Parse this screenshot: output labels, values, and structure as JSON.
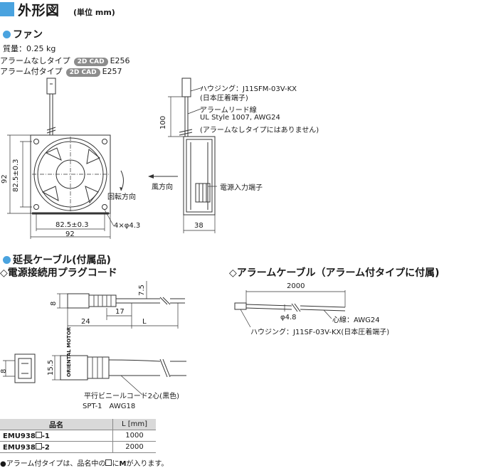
{
  "header": {
    "title": "外形図",
    "unit": "(単位 mm)"
  },
  "fan": {
    "heading": "ファン",
    "mass": "質量：0.25 kg",
    "variants": [
      {
        "label": "アラームなしタイプ",
        "badge": "2D CAD",
        "code": "E256"
      },
      {
        "label": "アラーム付タイプ",
        "badge": "2D CAD",
        "code": "E257"
      }
    ],
    "dims": {
      "height": "92",
      "pitch_v": "82.5±0.3",
      "pitch_h": "82.5±0.3",
      "width": "92",
      "holes": "4×φ4.3",
      "lead": "100",
      "depth": "38"
    },
    "labels": {
      "housing": "ハウジング：J11SFM-03V-KX",
      "housing_maker": "(日本圧着端子)",
      "alarm_lead": "アラームリード線",
      "ul": "UL Style 1007, AWG24",
      "no_alarm_note": "(アラームなしタイプにはありません)",
      "rotation": "回転方向",
      "airflow": "風方向",
      "power_terminal": "電源入力端子"
    }
  },
  "cable": {
    "heading": "延長ケーブル(付属品)",
    "plug_heading": "◇電源接続用プラグコード",
    "alarm_heading": "◇アラームケーブル（アラーム付タイプに付属)",
    "plug_dims": {
      "d8": "8",
      "d75": "7.5",
      "d17": "17",
      "d24": "24",
      "L": "L",
      "d8b": "8",
      "d155": "15.5"
    },
    "plug_text": "ORIENTAL MOTOR",
    "cord_label": "平行ビニールコード2心(黒色)",
    "cord_spec": "SPT-1　AWG18",
    "alarm_dims": {
      "length": "2000",
      "dia": "φ4.8"
    },
    "core": "心線：AWG24",
    "alarm_housing": "ハウジング：J11SF-03V-KX(日本圧着端子)"
  },
  "table": {
    "headers": [
      "品名",
      "L [mm]"
    ],
    "rows": [
      {
        "name_pre": "EMU938",
        "name_post": "-1",
        "L": "1000"
      },
      {
        "name_pre": "EMU938",
        "name_post": "-2",
        "L": "2000"
      }
    ]
  },
  "footnote": {
    "prefix": "●アラーム付タイプは、品名中の",
    "mid": "に",
    "bold": "M",
    "suffix": "が入ります。"
  }
}
